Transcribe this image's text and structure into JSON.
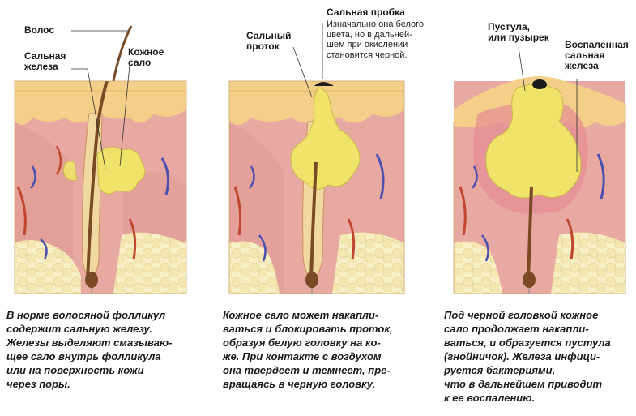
{
  "panels": [
    {
      "labels": {
        "hair": "Волос",
        "gland": "Сальная\nжелеза",
        "sebum": "Кожное\nсало"
      },
      "caption": "В норме волосяной фолликул\nсодержит сальную железу.\nЖелезы выделяют смазываю-\nщее сало внутрь фолликула\nили на поверхность кожи\nчерез поры."
    },
    {
      "labels": {
        "duct": "Сальный\nпроток",
        "plug_title": "Сальная пробка",
        "plug_note": "Изначально она белого\nцвета, но в дальней-\nшем при окислении\nстановится черной."
      },
      "caption": "Кожное сало может накапли-\nваться и блокировать проток,\nобразуя белую головку на ко-\nже. При контакте с воздухом\nона твердеет и темнеет, пре-\nвращаясь в черную головку."
    },
    {
      "labels": {
        "pustule": "Пустула,\nили пузырек",
        "inflamed": "Воспаленная\nсальная\nжелеза"
      },
      "caption": "Под черной головкой кожное\nсало продолжает накапли-\nваться, и образуется пустула\n(гнойничок). Железа инфици-\nруется бактериями,\nчто в дальнейшем приводит\nк ее воспалению."
    }
  ],
  "colors": {
    "epidermis": "#f3cf8a",
    "dermis": "#e8a9a2",
    "dermis_dark": "#d98e8a",
    "fat": "#f7efc6",
    "sebum": "#efe36a",
    "hair": "#7a4a26",
    "vessel_red": "#c2452e",
    "vessel_blue": "#4a4fb0",
    "inflamed": "#e58c93",
    "blackhead": "#1c1c1c"
  }
}
